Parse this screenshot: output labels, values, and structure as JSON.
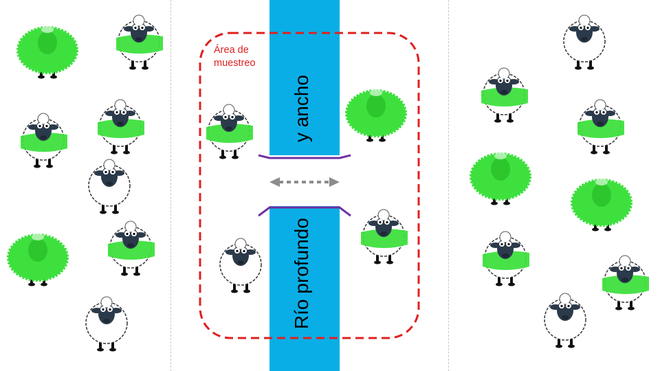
{
  "river": {
    "label_bottom": "Río profundo",
    "label_top": "y ancho",
    "color": "#0aaee6"
  },
  "sampling_area": {
    "label_line1": "Área de",
    "label_line2": "muestreo",
    "color": "#e02020"
  },
  "bank_color": "#7030a0",
  "arrow_color": "#8c8c8c",
  "sheep": [
    {
      "zone": "left",
      "variant": "full-green"
    },
    {
      "zone": "left",
      "variant": "green-band"
    },
    {
      "zone": "left",
      "variant": "green-band"
    },
    {
      "zone": "left",
      "variant": "green-band"
    },
    {
      "zone": "left",
      "variant": "white"
    },
    {
      "zone": "left",
      "variant": "full-green"
    },
    {
      "zone": "left",
      "variant": "green-band"
    },
    {
      "zone": "left",
      "variant": "white"
    },
    {
      "zone": "sampling-area",
      "variant": "green-band"
    },
    {
      "zone": "sampling-area",
      "variant": "white"
    },
    {
      "zone": "sampling-area",
      "variant": "full-green"
    },
    {
      "zone": "sampling-area",
      "variant": "green-band"
    },
    {
      "zone": "right",
      "variant": "white"
    },
    {
      "zone": "right",
      "variant": "green-band"
    },
    {
      "zone": "right",
      "variant": "green-band"
    },
    {
      "zone": "right",
      "variant": "full-green"
    },
    {
      "zone": "right",
      "variant": "full-green"
    },
    {
      "zone": "right",
      "variant": "green-band"
    },
    {
      "zone": "right",
      "variant": "green-band"
    },
    {
      "zone": "right",
      "variant": "white"
    }
  ]
}
